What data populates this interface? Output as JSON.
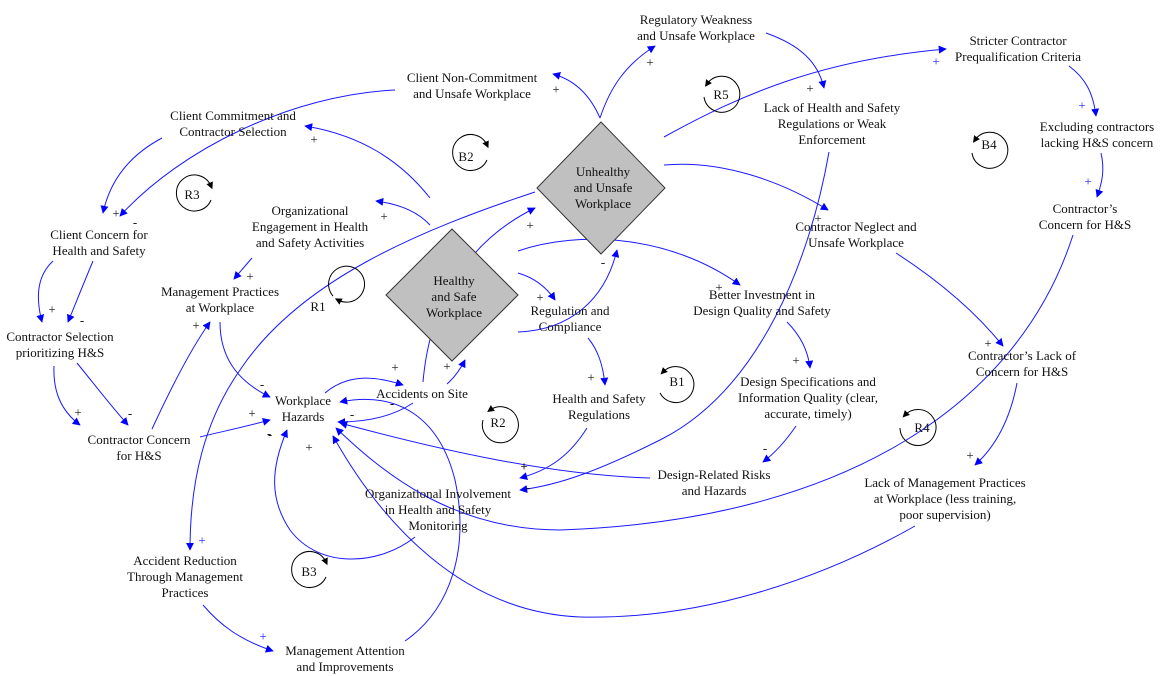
{
  "diagram": {
    "type": "causal-loop-diagram",
    "colors": {
      "link": "#1a1aff",
      "arrowhead": "#0000ff",
      "stock_fill": "#c0c0c0",
      "stock_stroke": "#333333",
      "loop_marker": "#000000",
      "text": "#111111"
    },
    "stocks": [
      {
        "id": "unhealthy",
        "label": "Unhealthy\nand Unsafe\nWorkplace"
      },
      {
        "id": "healthy",
        "label": "Healthy\nand Safe\nWorkplace"
      }
    ],
    "variables": [
      {
        "id": "regweak",
        "label": "Regulatory Weakness\nand Unsafe Workplace"
      },
      {
        "id": "stricter",
        "label": "Stricter Contractor\nPrequalification Criteria"
      },
      {
        "id": "clientnon",
        "label": "Client Non-Commitment\nand Unsafe Workplace"
      },
      {
        "id": "lackhs",
        "label": "Lack of Health and Safety\nRegulations or Weak\nEnforcement"
      },
      {
        "id": "clientcommit",
        "label": "Client Commitment and\nContractor Selection"
      },
      {
        "id": "excluding",
        "label": "Excluding contractors\nlacking H&S concern"
      },
      {
        "id": "orgeng",
        "label": "Organizational\nEngagement in Health\nand Safety Activities"
      },
      {
        "id": "clientconcern",
        "label": "Client Concern for\nHealth and Safety"
      },
      {
        "id": "neglect",
        "label": "Contractor Neglect and\nUnsafe Workplace"
      },
      {
        "id": "contractorsconcern",
        "label": "Contractor’s\nConcern for H&S"
      },
      {
        "id": "mgmtpractices",
        "label": "Management Practices\nat Workplace"
      },
      {
        "id": "betterinv",
        "label": "Better Investment in\nDesign Quality and Safety"
      },
      {
        "id": "regcomp",
        "label": "Regulation and\nCompliance"
      },
      {
        "id": "selection",
        "label": "Contractor Selection\nprioritizing H&S"
      },
      {
        "id": "lackconcern",
        "label": "Contractor’s Lack of\nConcern for H&S"
      },
      {
        "id": "designspec",
        "label": "Design Specifications and\nInformation Quality (clear,\naccurate, timely)"
      },
      {
        "id": "hazards",
        "label": "Workplace\nHazards"
      },
      {
        "id": "accidents",
        "label": "Accidents on Site"
      },
      {
        "id": "hsregs",
        "label": "Health and Safety\nRegulations"
      },
      {
        "id": "contrconcern",
        "label": "Contractor Concern\nfor H&S"
      },
      {
        "id": "designrisk",
        "label": "Design-Related Risks\nand Hazards"
      },
      {
        "id": "orginv",
        "label": "Organizational Involvement\nin Health and Safety\nMonitoring"
      },
      {
        "id": "lackmgmt",
        "label": "Lack of Management Practices\nat Workplace (less training,\npoor supervision)"
      },
      {
        "id": "accred",
        "label": "Accident Reduction\nThrough Management\nPractices"
      },
      {
        "id": "mgmtattn",
        "label": "Management Attention\nand Improvements"
      }
    ],
    "loops": [
      {
        "id": "R1",
        "label": "R1",
        "kind": "reinforcing"
      },
      {
        "id": "R2",
        "label": "R2",
        "kind": "reinforcing"
      },
      {
        "id": "R3",
        "label": "R3",
        "kind": "reinforcing"
      },
      {
        "id": "R4",
        "label": "R4",
        "kind": "reinforcing"
      },
      {
        "id": "R5",
        "label": "R5",
        "kind": "reinforcing"
      },
      {
        "id": "B1",
        "label": "B1",
        "kind": "balancing"
      },
      {
        "id": "B2",
        "label": "B2",
        "kind": "balancing"
      },
      {
        "id": "B3",
        "label": "B3",
        "kind": "balancing"
      },
      {
        "id": "B4",
        "label": "B4",
        "kind": "balancing"
      }
    ],
    "links": [
      {
        "from": "unhealthy",
        "to": "clientnon",
        "polarity": "+"
      },
      {
        "from": "unhealthy",
        "to": "regweak",
        "polarity": "+"
      },
      {
        "from": "regweak",
        "to": "lackhs",
        "polarity": "+"
      },
      {
        "from": "unhealthy",
        "to": "stricter",
        "polarity": "+"
      },
      {
        "from": "stricter",
        "to": "excluding",
        "polarity": "+"
      },
      {
        "from": "excluding",
        "to": "contractorsconcern",
        "polarity": "+"
      },
      {
        "from": "contractorsconcern",
        "to": "hazards",
        "polarity": "-"
      },
      {
        "from": "unhealthy",
        "to": "neglect",
        "polarity": "+"
      },
      {
        "from": "neglect",
        "to": "lackconcern",
        "polarity": "+"
      },
      {
        "from": "lackconcern",
        "to": "lackmgmt",
        "polarity": "+"
      },
      {
        "from": "lackmgmt",
        "to": "hazards",
        "polarity": "+"
      },
      {
        "from": "lackhs",
        "to": "orginv",
        "polarity": "-"
      },
      {
        "from": "clientnon",
        "to": "clientconcern",
        "polarity": "-"
      },
      {
        "from": "healthy",
        "to": "clientcommit",
        "polarity": "+"
      },
      {
        "from": "clientcommit",
        "to": "clientconcern",
        "polarity": "+"
      },
      {
        "from": "clientconcern",
        "to": "selection",
        "polarity": "+"
      },
      {
        "from": "clientconcern",
        "to": "selection",
        "polarity": "-"
      },
      {
        "from": "selection",
        "to": "contrconcern",
        "polarity": "+"
      },
      {
        "from": "selection",
        "to": "contrconcern",
        "polarity": "-"
      },
      {
        "from": "contrconcern",
        "to": "mgmtpractices",
        "polarity": "+"
      },
      {
        "from": "contrconcern",
        "to": "hazards",
        "polarity": "+"
      },
      {
        "from": "healthy",
        "to": "orgeng",
        "polarity": "+"
      },
      {
        "from": "orgeng",
        "to": "mgmtpractices",
        "polarity": "+"
      },
      {
        "from": "mgmtpractices",
        "to": "hazards",
        "polarity": "-"
      },
      {
        "from": "hazards",
        "to": "accidents",
        "polarity": "+"
      },
      {
        "from": "accidents",
        "to": "hazards",
        "polarity": "-"
      },
      {
        "from": "accidents",
        "to": "healthy",
        "polarity": "+"
      },
      {
        "from": "accidents",
        "to": "unhealthy",
        "polarity": "+"
      },
      {
        "from": "unhealthy",
        "to": "accred",
        "polarity": "+"
      },
      {
        "from": "accred",
        "to": "mgmtattn",
        "polarity": "+"
      },
      {
        "from": "mgmtattn",
        "to": "hazards",
        "polarity": "-"
      },
      {
        "from": "orginv",
        "to": "hazards",
        "polarity": "-"
      },
      {
        "from": "healthy",
        "to": "regcomp",
        "polarity": "+"
      },
      {
        "from": "regcomp",
        "to": "unhealthy",
        "polarity": "-"
      },
      {
        "from": "regcomp",
        "to": "hsregs",
        "polarity": "+"
      },
      {
        "from": "hsregs",
        "to": "orginv",
        "polarity": "+"
      },
      {
        "from": "healthy",
        "to": "betterinv",
        "polarity": "+"
      },
      {
        "from": "betterinv",
        "to": "designspec",
        "polarity": "+"
      },
      {
        "from": "designspec",
        "to": "designrisk",
        "polarity": "-"
      },
      {
        "from": "designrisk",
        "to": "hazards",
        "polarity": "+"
      }
    ]
  }
}
